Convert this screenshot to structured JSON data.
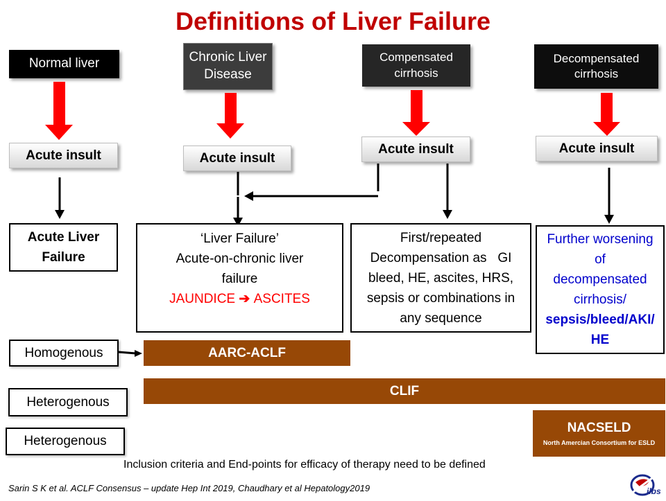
{
  "title": "Definitions of Liver Failure",
  "stages": {
    "normal": "Normal liver",
    "chronic": "Chronic Liver Disease",
    "compensated": "Compensated cirrhosis",
    "decompensated": "Decompensated cirrhosis"
  },
  "insult_label": "Acute insult",
  "outcomes": {
    "alf": "Acute Liver Failure",
    "aclf_line1": "‘Liver Failure’",
    "aclf_line2": "Acute-on-chronic liver failure",
    "aclf_line3_a": "JAUNDICE",
    "aclf_line3_b": "ASCITES",
    "first": "First/repeated Decompensation as   GI bleed, HE, ascites, HRS, sepsis or combinations in any sequence",
    "further_a": "Further worsening of decompensated cirrhosis/",
    "further_b": "sepsis/bleed/AKI/HE"
  },
  "categories": {
    "homogenous": "Homogenous",
    "heterogenous1": "Heterogenous",
    "heterogenous2": "Heterogenous"
  },
  "bars": {
    "aarc": "AARC-ACLF",
    "clif": "CLIF",
    "nacseld": "NACSELD",
    "nacseld_sub": "North Amercian Consortium for ESLD"
  },
  "footer": {
    "note": "Inclusion criteria and End-points for efficacy of therapy need to be defined",
    "citation": "Sarin S K et al. ACLF Consensus – update Hep Int 2019, Chaudhary et al Hepatology2019",
    "logo": "ilbs"
  },
  "colors": {
    "title": "#c00000",
    "arrow_red": "#ff0000",
    "brown": "#974806",
    "blue_text": "#0000cc",
    "red_text": "#ff0000"
  }
}
